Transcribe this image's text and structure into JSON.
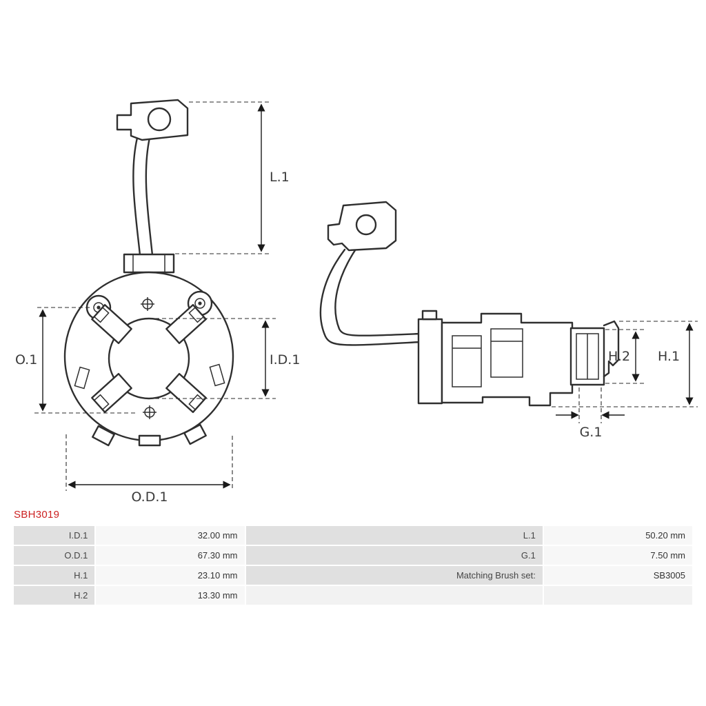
{
  "part_number": "SBH3019",
  "colors": {
    "part_number_red": "#cc2020",
    "drawing_line": "#2f2f2f",
    "table_label_bg": "#e0e0e0",
    "table_value_bg": "#f7f7f7"
  },
  "diagram": {
    "front_view_labels": {
      "l1": "L.1",
      "o1": "O.1",
      "id1": "I.D.1",
      "od1": "O.D.1"
    },
    "side_view_labels": {
      "h2": "H.2",
      "h1": "H.1",
      "g1": "G.1"
    }
  },
  "table": {
    "rows": [
      {
        "label_left": "I.D.1",
        "value_left": "32.00 mm",
        "label_right": "L.1",
        "value_right": "50.20 mm"
      },
      {
        "label_left": "O.D.1",
        "value_left": "67.30 mm",
        "label_right": "G.1",
        "value_right": "7.50 mm"
      },
      {
        "label_left": "H.1",
        "value_left": "23.10 mm",
        "label_right": "Matching Brush set:",
        "value_right": "SB3005"
      },
      {
        "label_left": "H.2",
        "value_left": "13.30 mm",
        "label_right": "",
        "value_right": ""
      }
    ]
  }
}
